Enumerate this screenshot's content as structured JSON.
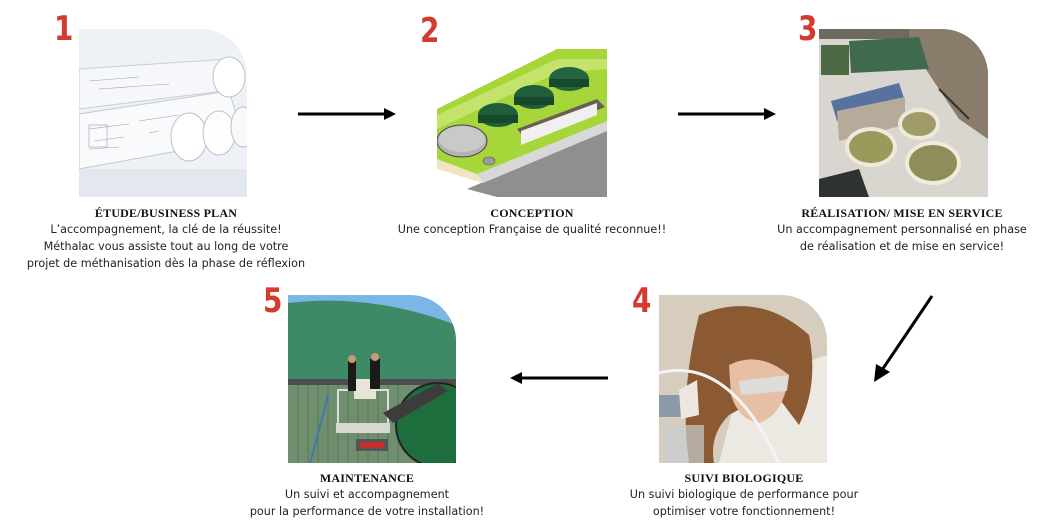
{
  "steps": [
    {
      "number": "1",
      "title": "ÉTUDE/BUSINESS PLAN",
      "lines": [
        "L’accompagnement, la clé de la réussite!",
        "Méthalac vous assiste tout au long de votre",
        "projet de méthanisation dès la phase de réflexion"
      ],
      "image": "rolled-blueprints-photo"
    },
    {
      "number": "2",
      "title": "CONCEPTION",
      "lines": [
        "Une conception Française de qualité reconnue!!"
      ],
      "image": "biogas-plant-3d-render"
    },
    {
      "number": "3",
      "title": "RÉALISATION/ MISE EN SERVICE",
      "lines": [
        "Un accompagnement personnalisé en phase",
        "de réalisation et de mise en service!"
      ],
      "image": "aerial-construction-site-photo"
    },
    {
      "number": "4",
      "title": "SUIVI BIOLOGIQUE",
      "lines": [
        "Un suivi biologique de performance pour",
        "optimiser votre fonctionnement!"
      ],
      "image": "lab-technician-photo"
    },
    {
      "number": "5",
      "title": "MAINTENANCE",
      "lines": [
        "Un suivi et accompagnement",
        "pour la performance de votre installation!"
      ],
      "image": "maintenance-lift-photo"
    }
  ],
  "arrows": [
    {
      "from": "1",
      "to": "2",
      "direction": "right"
    },
    {
      "from": "2",
      "to": "3",
      "direction": "right"
    },
    {
      "from": "3",
      "to": "4",
      "direction": "down-left"
    },
    {
      "from": "4",
      "to": "5",
      "direction": "left"
    }
  ],
  "colors": {
    "number": "#d53a2f",
    "arrow": "#000000",
    "title": "#111111"
  }
}
